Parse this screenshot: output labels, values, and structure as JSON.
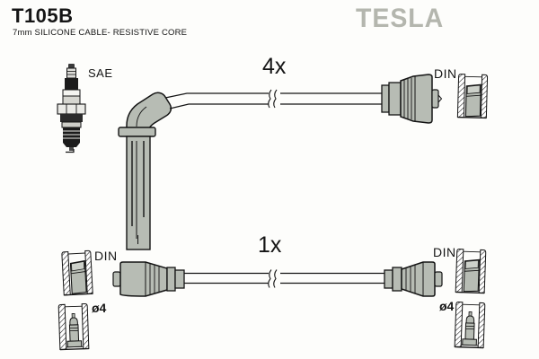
{
  "header": {
    "part_number": "T105B",
    "subtitle": "7mm SILICONE CABLE- RESISTIVE CORE",
    "brand": "TESLA"
  },
  "labels": {
    "sae": "SAE",
    "top_count": "4x",
    "bottom_count": "1x",
    "din": "DIN",
    "diameter": "ø4"
  },
  "colors": {
    "boot_gray": "#b7bcb4",
    "boot_gray_light": "#cdd1ca",
    "brand_gray": "#b4b6ae",
    "outline": "#141414"
  }
}
